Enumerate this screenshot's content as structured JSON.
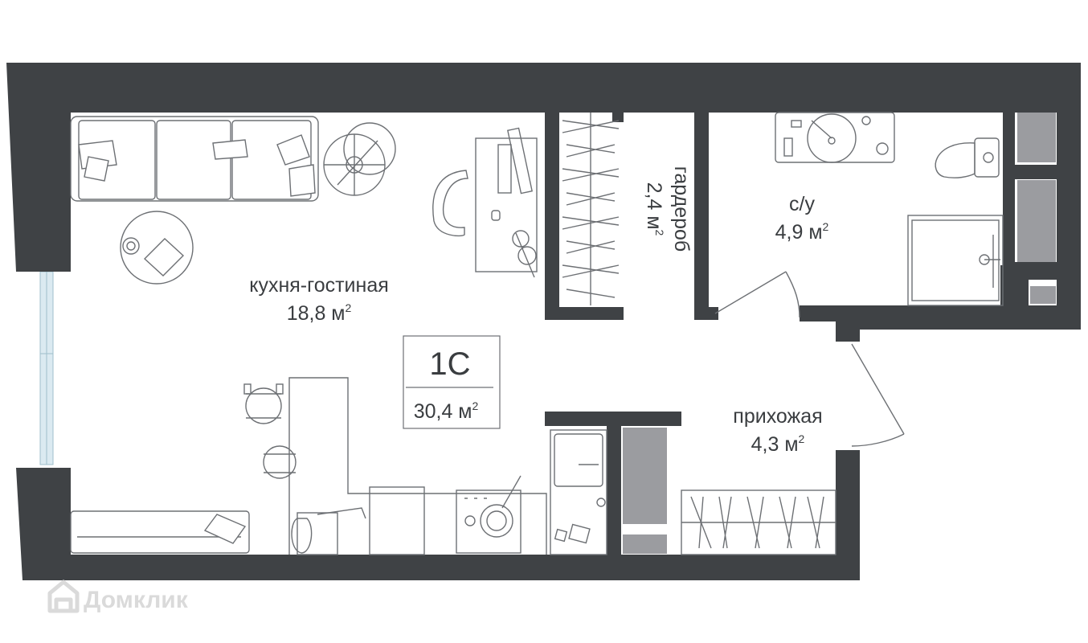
{
  "plan": {
    "type_label": "1С",
    "total_area": "30,4 м",
    "area_unit_sup": "2",
    "rooms": [
      {
        "id": "kitchen-living",
        "name": "кухня-гостиная",
        "area": "18,8 м",
        "sup": "2"
      },
      {
        "id": "wardrobe",
        "name": "гардероб",
        "area": "2,4 м",
        "sup": "2"
      },
      {
        "id": "bathroom",
        "name": "с/у",
        "area": "4,9 м",
        "sup": "2"
      },
      {
        "id": "hallway",
        "name": "прихожая",
        "area": "4,3 м",
        "sup": "2"
      }
    ]
  },
  "watermark": {
    "text": "Домклик",
    "icon": "house-logo-icon"
  },
  "colors": {
    "wall": "#3f4245",
    "fixture": "#9b9ca0",
    "furniture_stroke": "#6d7074",
    "window": "#cfe3ec"
  }
}
